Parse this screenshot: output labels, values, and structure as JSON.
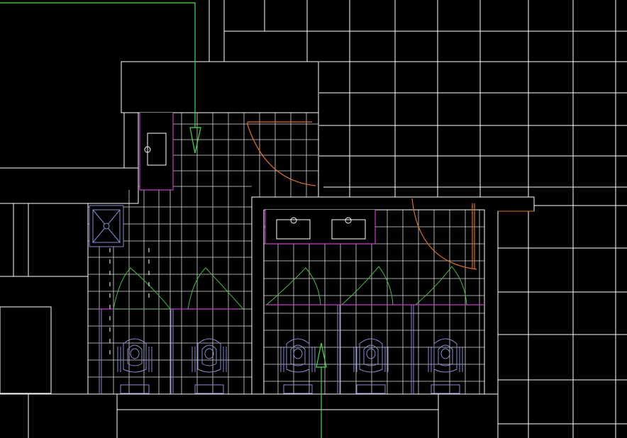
{
  "drawing": {
    "view": "cad-floor-plan",
    "subject": "restroom-layout",
    "background_color": "#000000",
    "colors": {
      "wall": "#ffffff",
      "tile_grid": "#ffffff",
      "fixture_outline": "#8a8ad8",
      "partition": "#c040c0",
      "door_swing_stall": "#40c040",
      "door_swing_main": "#e07020",
      "flow_arrow": "#40e040",
      "sink_basin": "#ffffff"
    },
    "fixtures": {
      "squat_toilets_left_room": 2,
      "squat_toilets_right_room": 3,
      "wash_basins_right_room": 2,
      "wash_basin_left_area": 1,
      "floor_drain": 1,
      "main_doors": 2,
      "stall_doors": 5,
      "flow_arrows": 2
    }
  }
}
